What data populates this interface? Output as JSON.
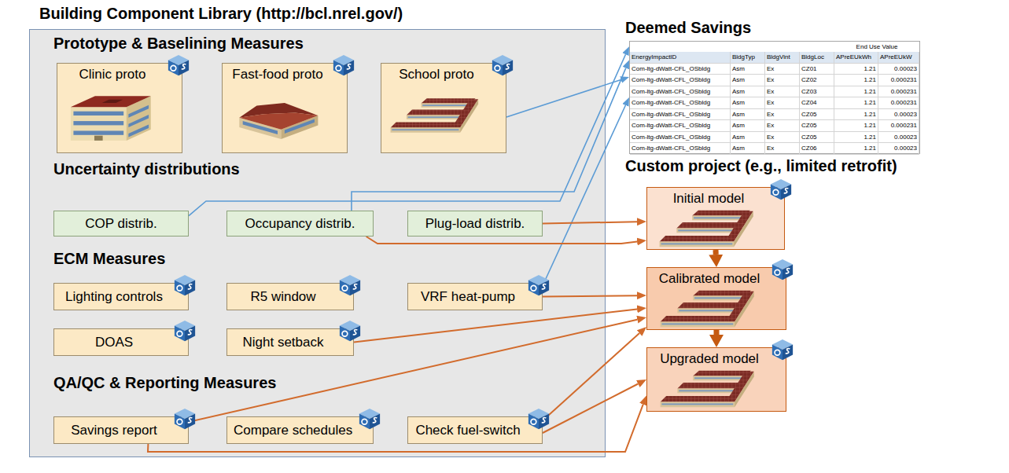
{
  "diagram": {
    "nodes": [
      {
        "text": [
          "Building Component Library (http://bcl.nrel.gov/)",
          "Prototype & Baselining Measures",
          "Uncertainty distributions",
          "ECM Measures",
          "QA/QC & Reporting Measures"
        ]
      },
      {
        "text": [
          "Clinic proto"
        ],
        "in": 0
      },
      {
        "text": [
          "Fast-food proto"
        ],
        "in": 0
      },
      {
        "text": [
          "School proto"
        ],
        "in": 0
      },
      {
        "text": [
          "COP distrib."
        ],
        "in": 0
      },
      {
        "text": [
          "Occupancy distrib."
        ],
        "in": 0
      },
      {
        "text": [
          "Plug-load distrib."
        ],
        "in": 0
      },
      {
        "text": [
          "Lighting controls"
        ],
        "in": 0
      },
      {
        "text": [
          "R5 window"
        ],
        "in": 0
      },
      {
        "text": [
          "VRF heat-pump"
        ],
        "in": 0
      },
      {
        "text": [
          "DOAS"
        ],
        "in": 0
      },
      {
        "text": [
          "Night setback"
        ],
        "in": 0
      },
      {
        "text": [
          "Savings report"
        ],
        "in": 0
      },
      {
        "text": [
          "Compare schedules"
        ],
        "in": 0
      },
      {
        "text": [
          "Check fuel-switch"
        ],
        "in": 0
      },
      {
        "text": [
          "Deemed Savings"
        ]
      },
      {
        "text": [
          "Initial model"
        ]
      },
      {
        "text": [
          "Calibrated model"
        ]
      },
      {
        "text": [
          "Upgraded model"
        ]
      }
    ],
    "edges": [
      {
        "from": 4,
        "to": 15,
        "arrow": "to"
      },
      {
        "from": 5,
        "to": 15,
        "arrow": "to"
      },
      {
        "from": 3,
        "to": 15,
        "arrow": "to"
      },
      {
        "from": 9,
        "to": 15,
        "arrow": "to"
      },
      {
        "from": 5,
        "to": 16,
        "arrow": "to"
      },
      {
        "from": 6,
        "to": 16,
        "arrow": "to"
      },
      {
        "from": 9,
        "to": 17,
        "arrow": "to"
      },
      {
        "from": 11,
        "to": 17,
        "arrow": "to"
      },
      {
        "from": 12,
        "to": 17,
        "arrow": "to"
      },
      {
        "from": 12,
        "to": 18,
        "arrow": "to"
      },
      {
        "from": 14,
        "to": 17,
        "arrow": "to"
      },
      {
        "from": 14,
        "to": 18,
        "arrow": "to"
      },
      {
        "from": 16,
        "to": 17,
        "arrow": "to"
      },
      {
        "from": 17,
        "to": 18,
        "arrow": "to"
      }
    ],
    "labels": [
      "Custom project (e.g., limited retrofit)",
      "End Use Value",
      "EnergyImpactID",
      "BldgTyp",
      "BldgVint",
      "BldgLoc",
      "APreEUkWh",
      "APreEUkW",
      "Com-ltg-dWatt-CFL_OSbldg",
      "Asm",
      "Ex",
      "CZ01",
      "1.21",
      "0.00023",
      "Com-ltg-dWatt-CFL_OSbldg",
      "Asm",
      "Ex",
      "CZ02",
      "1.21",
      "0.000231",
      "Com-ltg-dWatt-CFL_OSbldg",
      "Asm",
      "Ex",
      "CZ03",
      "1.21",
      "0.000231",
      "Com-ltg-dWatt-CFL_OSbldg",
      "Asm",
      "Ex",
      "CZ04",
      "1.21",
      "0.000231",
      "Com-ltg-dWatt-CFL_OSbldg",
      "Asm",
      "Ex",
      "CZ05",
      "1.21",
      "0.00023",
      "Com-ltg-dWatt-CFL_OSbldg",
      "Asm",
      "Ex",
      "CZ05",
      "1.21",
      "0.000231",
      "Com-ltg-dWatt-CFL_OSbldg",
      "Asm",
      "Ex",
      "CZ05",
      "1.21",
      "0.00023",
      "Com-ltg-dWatt-CFL_OSbldg",
      "Asm",
      "Ex",
      "CZ06",
      "1.21",
      "0.00023"
    ]
  }
}
